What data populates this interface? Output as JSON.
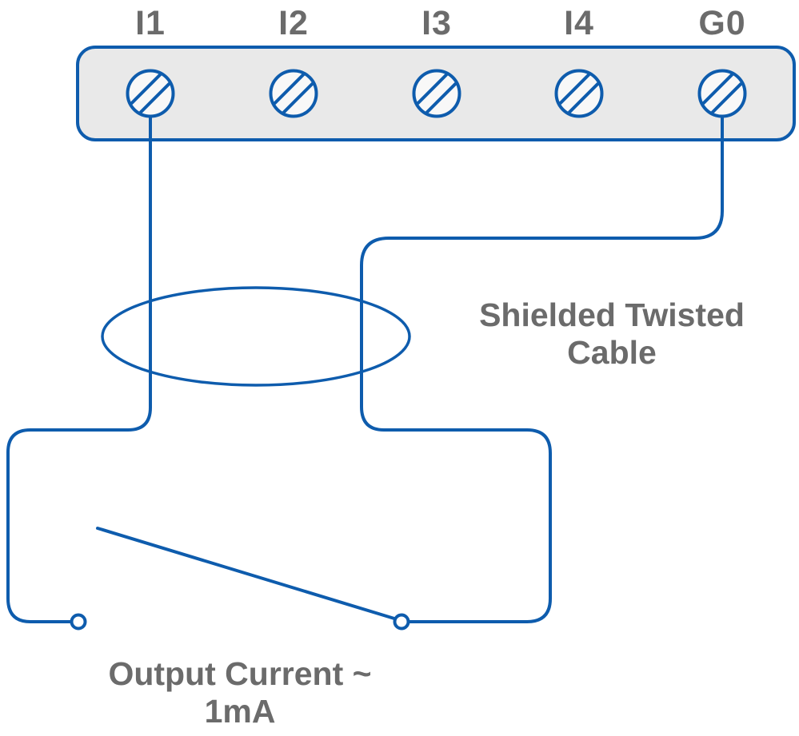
{
  "diagram": {
    "terminal_block": {
      "labels": [
        "I1",
        "I2",
        "I3",
        "I4",
        "G0"
      ]
    },
    "annotations": {
      "cable_label_line1": "Shielded Twisted",
      "cable_label_line2": "Cable",
      "output_label_line1": "Output Current ~",
      "output_label_line2": "1mA"
    },
    "colors": {
      "wire_blue": "#0e5cad",
      "label_gray": "#6b6b6b",
      "block_fill": "#e9e9e9",
      "screw_fill": "#f8f8f8",
      "background": "#ffffff"
    }
  }
}
